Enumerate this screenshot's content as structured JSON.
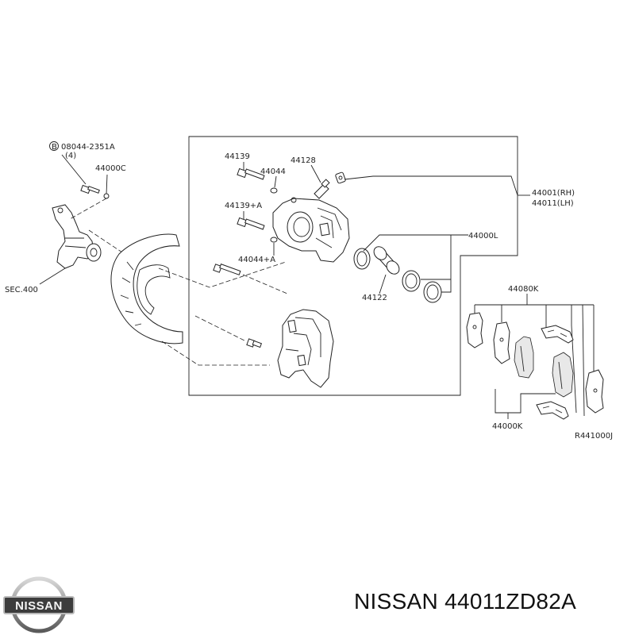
{
  "labels": {
    "bolt_code": "08044-2351A",
    "bolt_code_marker": "B",
    "bolt_qty": "(4)",
    "l_44000c": "44000C",
    "l_44139": "44139",
    "l_44044": "44044",
    "l_44128": "44128",
    "l_44139a": "44139+A",
    "l_44044a": "44044+A",
    "l_44122": "44122",
    "l_44000l": "44000L",
    "l_44001": "44001(RH)",
    "l_44011": "44011(LH)",
    "l_sec400": "SEC.400",
    "l_44080k": "44080K",
    "l_44000k": "44000K",
    "diagram_ref": "R441000J"
  },
  "logo": {
    "text": "NISSAN"
  },
  "title": "NISSAN 44011ZD82A"
}
